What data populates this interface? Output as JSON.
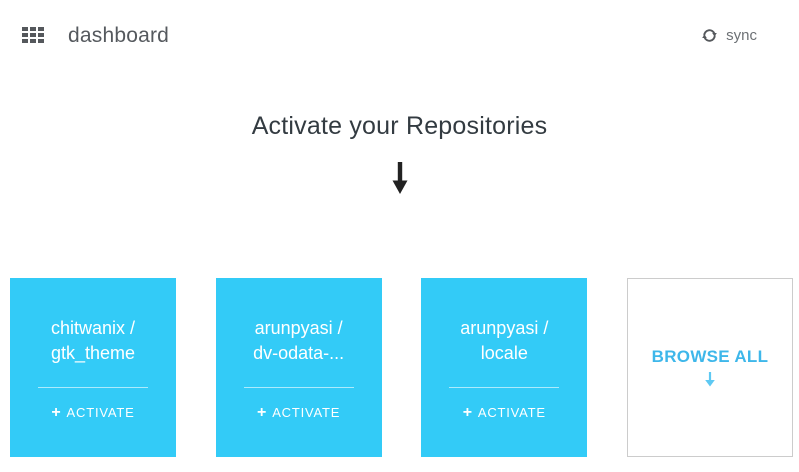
{
  "header": {
    "title": "dashboard",
    "sync_label": "sync"
  },
  "hero": {
    "heading": "Activate your Repositories"
  },
  "cards": {
    "plus": "+",
    "repos": [
      {
        "owner": "chitwanix /",
        "name": "gtk_theme",
        "action": "ACTIVATE"
      },
      {
        "owner": "arunpyasi /",
        "name": "dv-odata-...",
        "action": "ACTIVATE"
      },
      {
        "owner": "arunpyasi /",
        "name": "locale",
        "action": "ACTIVATE"
      }
    ],
    "browse": {
      "label": "BROWSE ALL"
    }
  },
  "colors": {
    "card_blue": "#33cbf7",
    "browse_blue": "#3eb7ea",
    "heading_dark": "#333b41",
    "header_gray": "#55595e",
    "icon_gray": "#55585c"
  }
}
